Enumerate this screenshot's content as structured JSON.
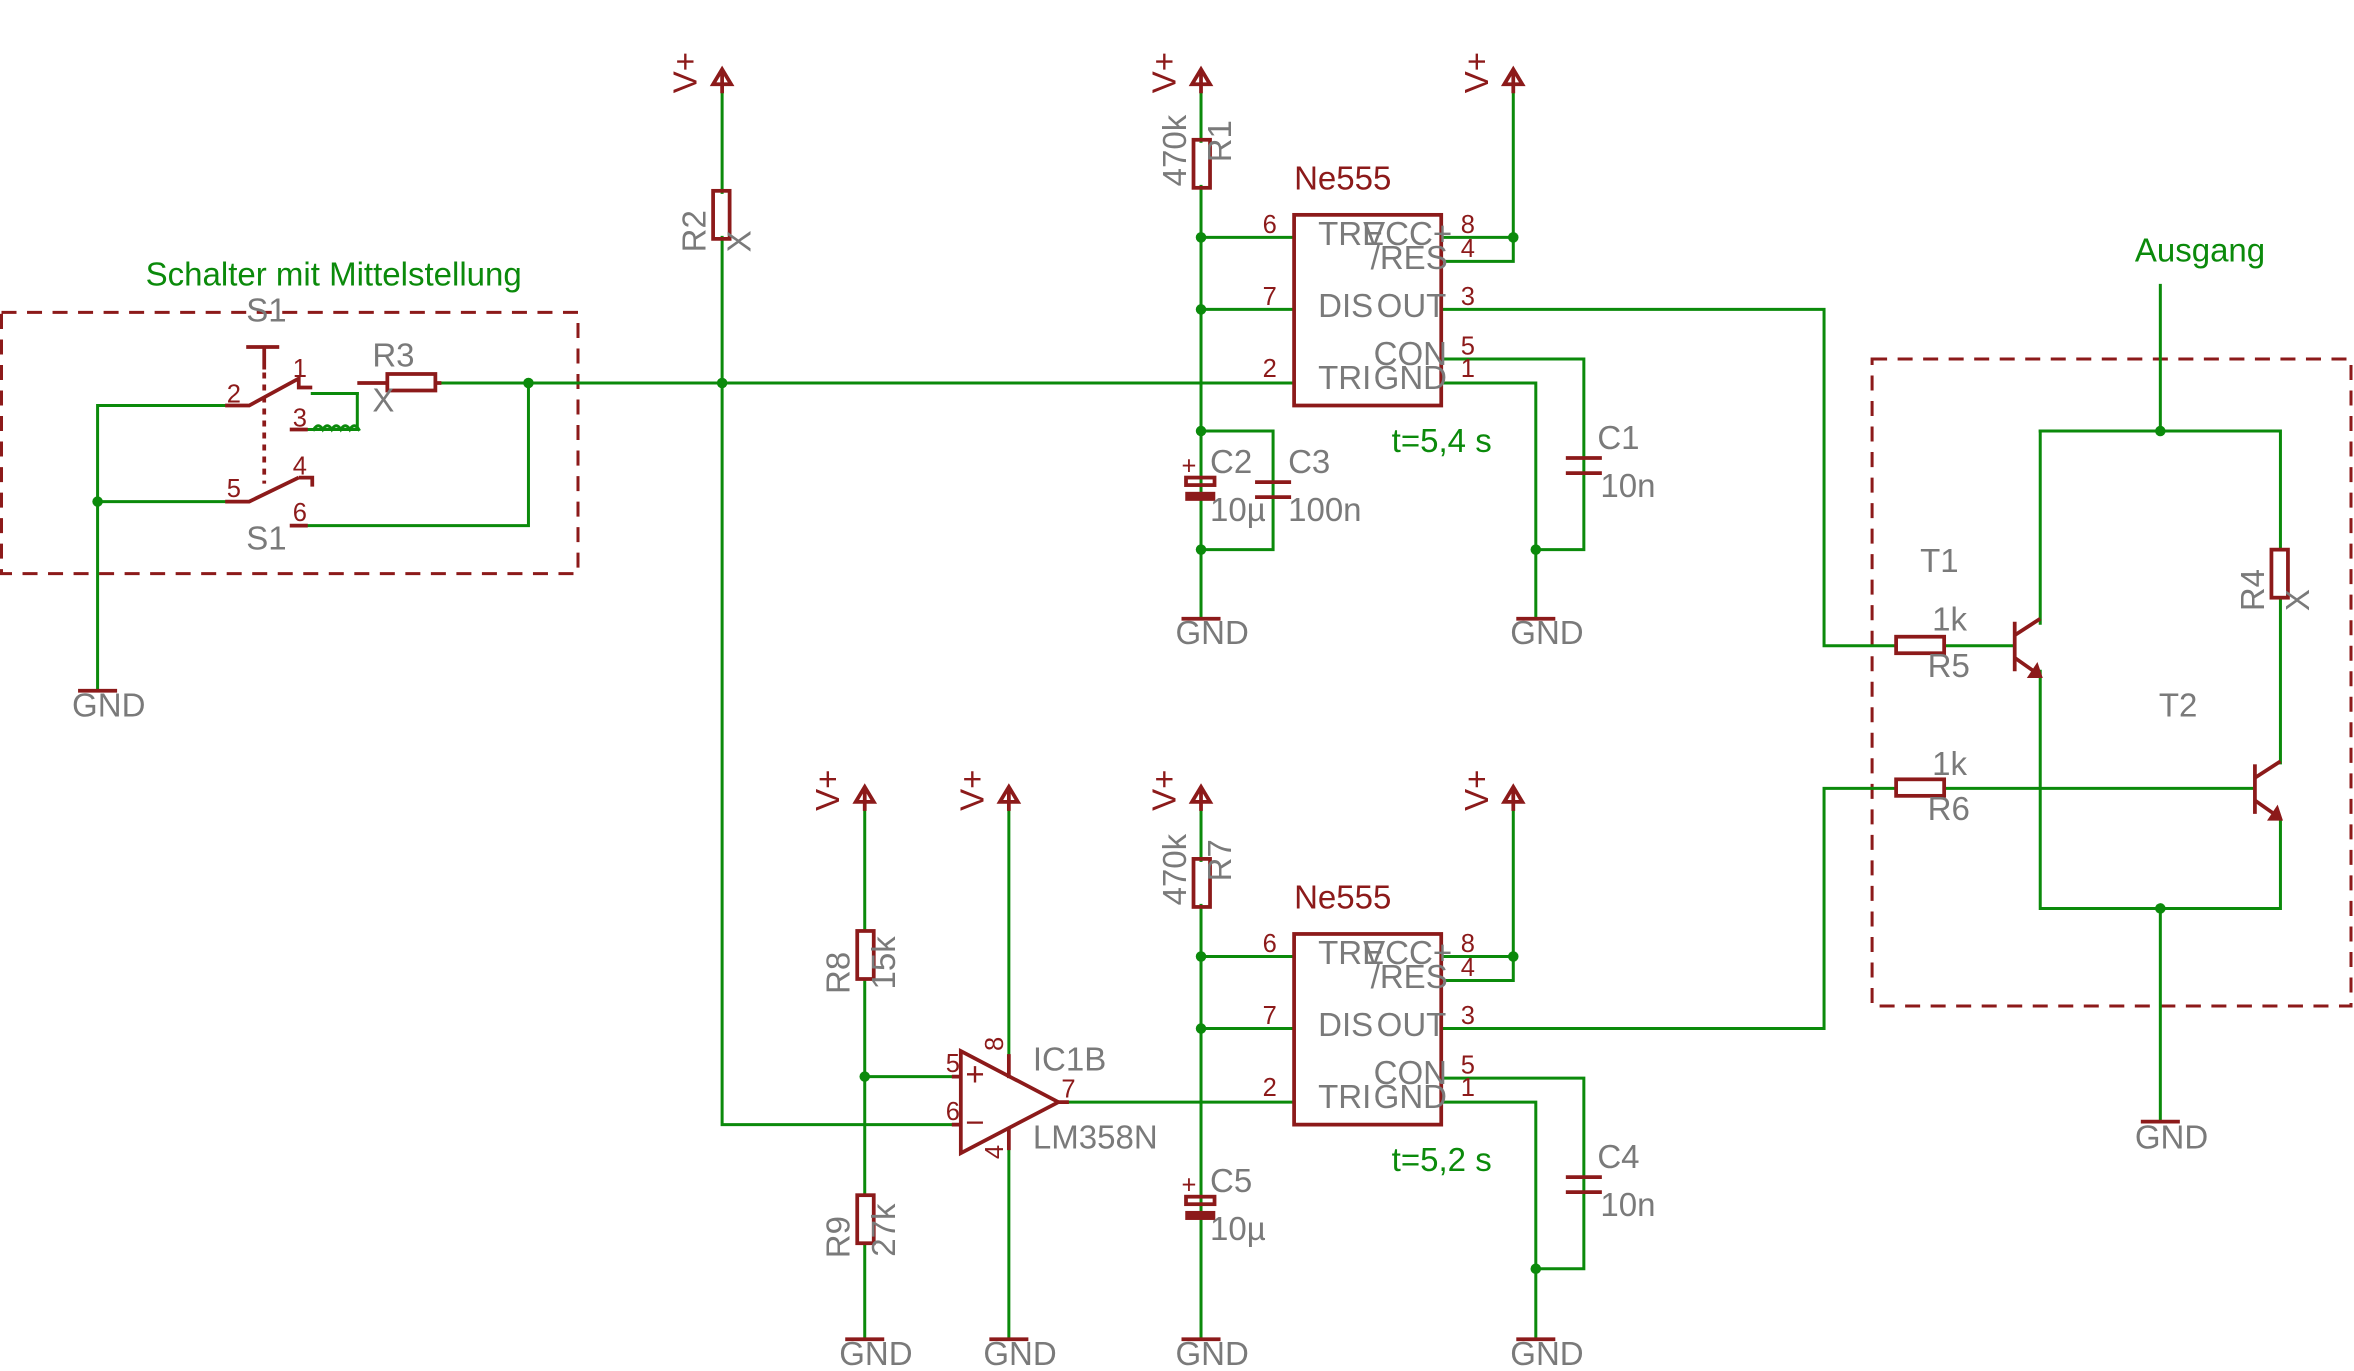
{
  "labels": {
    "schalter_title": "Schalter mit Mittelstellung",
    "ausgang": "Ausgang",
    "t_top": "t=5,4 s",
    "t_bottom": "t=5,2 s",
    "vplus": "V+",
    "gnd": "GND",
    "x": "X"
  },
  "switch": {
    "name": "S1",
    "pins": [
      "1",
      "2",
      "3",
      "4",
      "5",
      "6"
    ]
  },
  "resistors": {
    "R1": {
      "name": "R1",
      "value": "470k"
    },
    "R2": {
      "name": "R2",
      "value": "X"
    },
    "R3": {
      "name": "R3",
      "value": "X"
    },
    "R4": {
      "name": "R4",
      "value": "X"
    },
    "R5": {
      "name": "R5",
      "value": "1k"
    },
    "R6": {
      "name": "R6",
      "value": "1k"
    },
    "R7": {
      "name": "R7",
      "value": "470k"
    },
    "R8": {
      "name": "R8",
      "value": "15k"
    },
    "R9": {
      "name": "R9",
      "value": "27k"
    }
  },
  "capacitors": {
    "C1": {
      "name": "C1",
      "value": "10n"
    },
    "C2": {
      "name": "C2",
      "value": "10µ"
    },
    "C3": {
      "name": "C3",
      "value": "100n"
    },
    "C4": {
      "name": "C4",
      "value": "10n"
    },
    "C5": {
      "name": "C5",
      "value": "10µ"
    }
  },
  "ne555": {
    "name": "Ne555",
    "pins_left": [
      {
        "num": "6",
        "label": "TRE"
      },
      {
        "num": "7",
        "label": "DIS"
      },
      {
        "num": "2",
        "label": "TRI"
      }
    ],
    "pins_right": [
      {
        "num": "8",
        "label": "VCC+"
      },
      {
        "num": "4",
        "label": "/RES"
      },
      {
        "num": "3",
        "label": "OUT"
      },
      {
        "num": "5",
        "label": "CON"
      },
      {
        "num": "1",
        "label": "GND"
      }
    ]
  },
  "opamp": {
    "name": "IC1B",
    "value": "LM358N",
    "pins": {
      "plus": "5",
      "minus": "6",
      "out": "7",
      "vcc": "8",
      "gnd": "4"
    },
    "signs": {
      "plus": "+",
      "minus": "−"
    }
  },
  "transistors": {
    "T1": {
      "name": "T1"
    },
    "T2": {
      "name": "T2"
    }
  }
}
